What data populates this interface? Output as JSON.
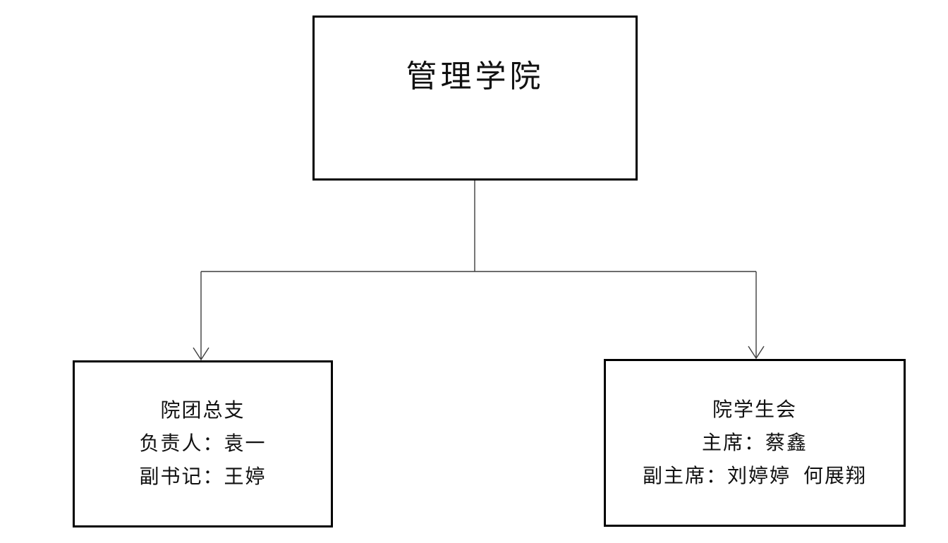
{
  "org_chart": {
    "root": {
      "title": "管理学院"
    },
    "children": [
      {
        "title": "院团总支",
        "members": [
          "负责人：袁一",
          "副书记：王婷"
        ]
      },
      {
        "title": "院学生会",
        "members": [
          "主席：蔡鑫",
          "副主席：刘婷婷 何展翔"
        ]
      }
    ],
    "colors": {
      "box_border": "#000000",
      "connector_line": "#3d3d3d",
      "text": "#111111",
      "background": "#ffffff"
    }
  }
}
